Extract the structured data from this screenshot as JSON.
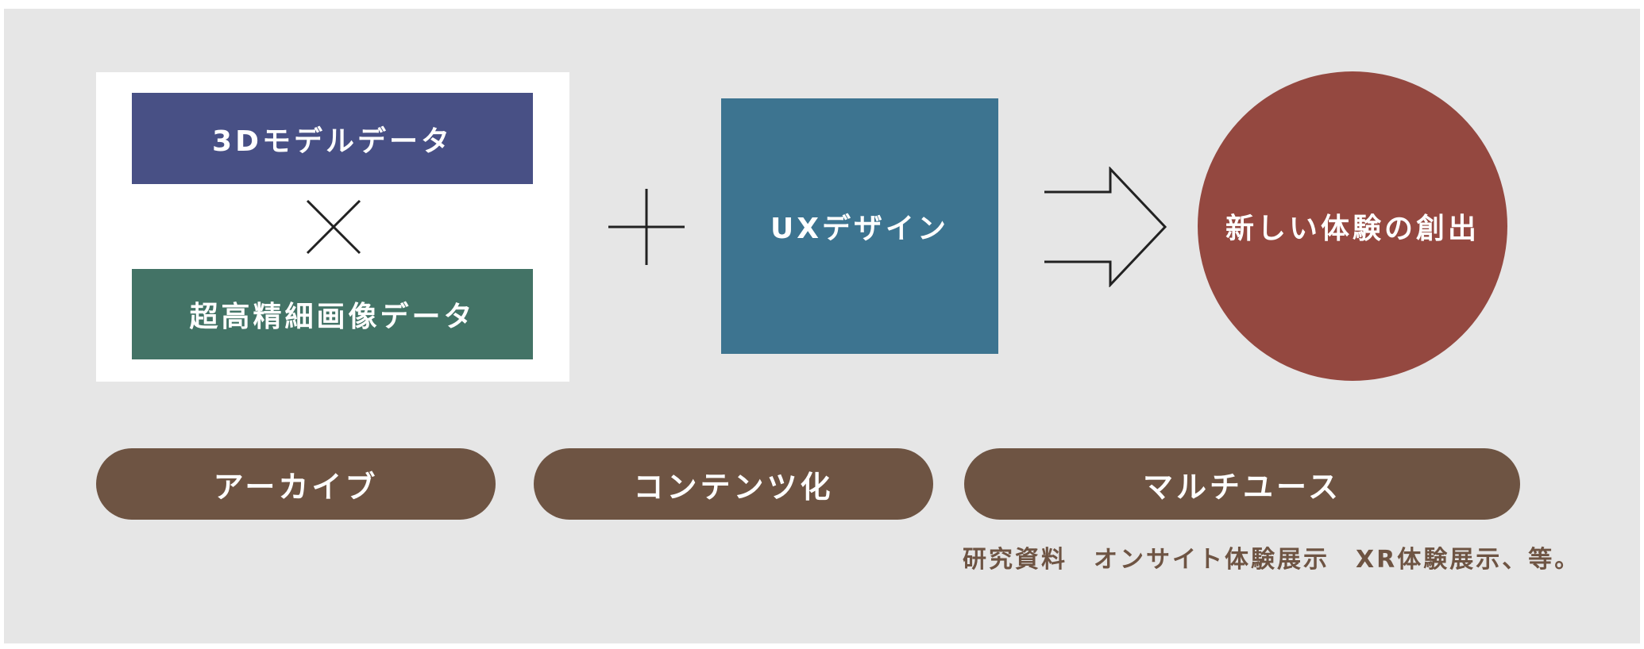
{
  "inputs": {
    "model_data": "3Dモデルデータ",
    "image_data": "超高精細画像データ"
  },
  "ux_design": "UXデザイン",
  "result": "新しい体験の創出",
  "stages": [
    {
      "label": "アーカイブ"
    },
    {
      "label": "コンテンツ化"
    },
    {
      "label": "マルチユース"
    }
  ],
  "multiuse_examples": "研究資料　オンサイト体験展示　XR体験展示、等。",
  "colors": {
    "model_box": "#485085",
    "image_box": "#437366",
    "ux_box": "#3d7490",
    "circle": "#944840",
    "pill": "#6e5443"
  }
}
